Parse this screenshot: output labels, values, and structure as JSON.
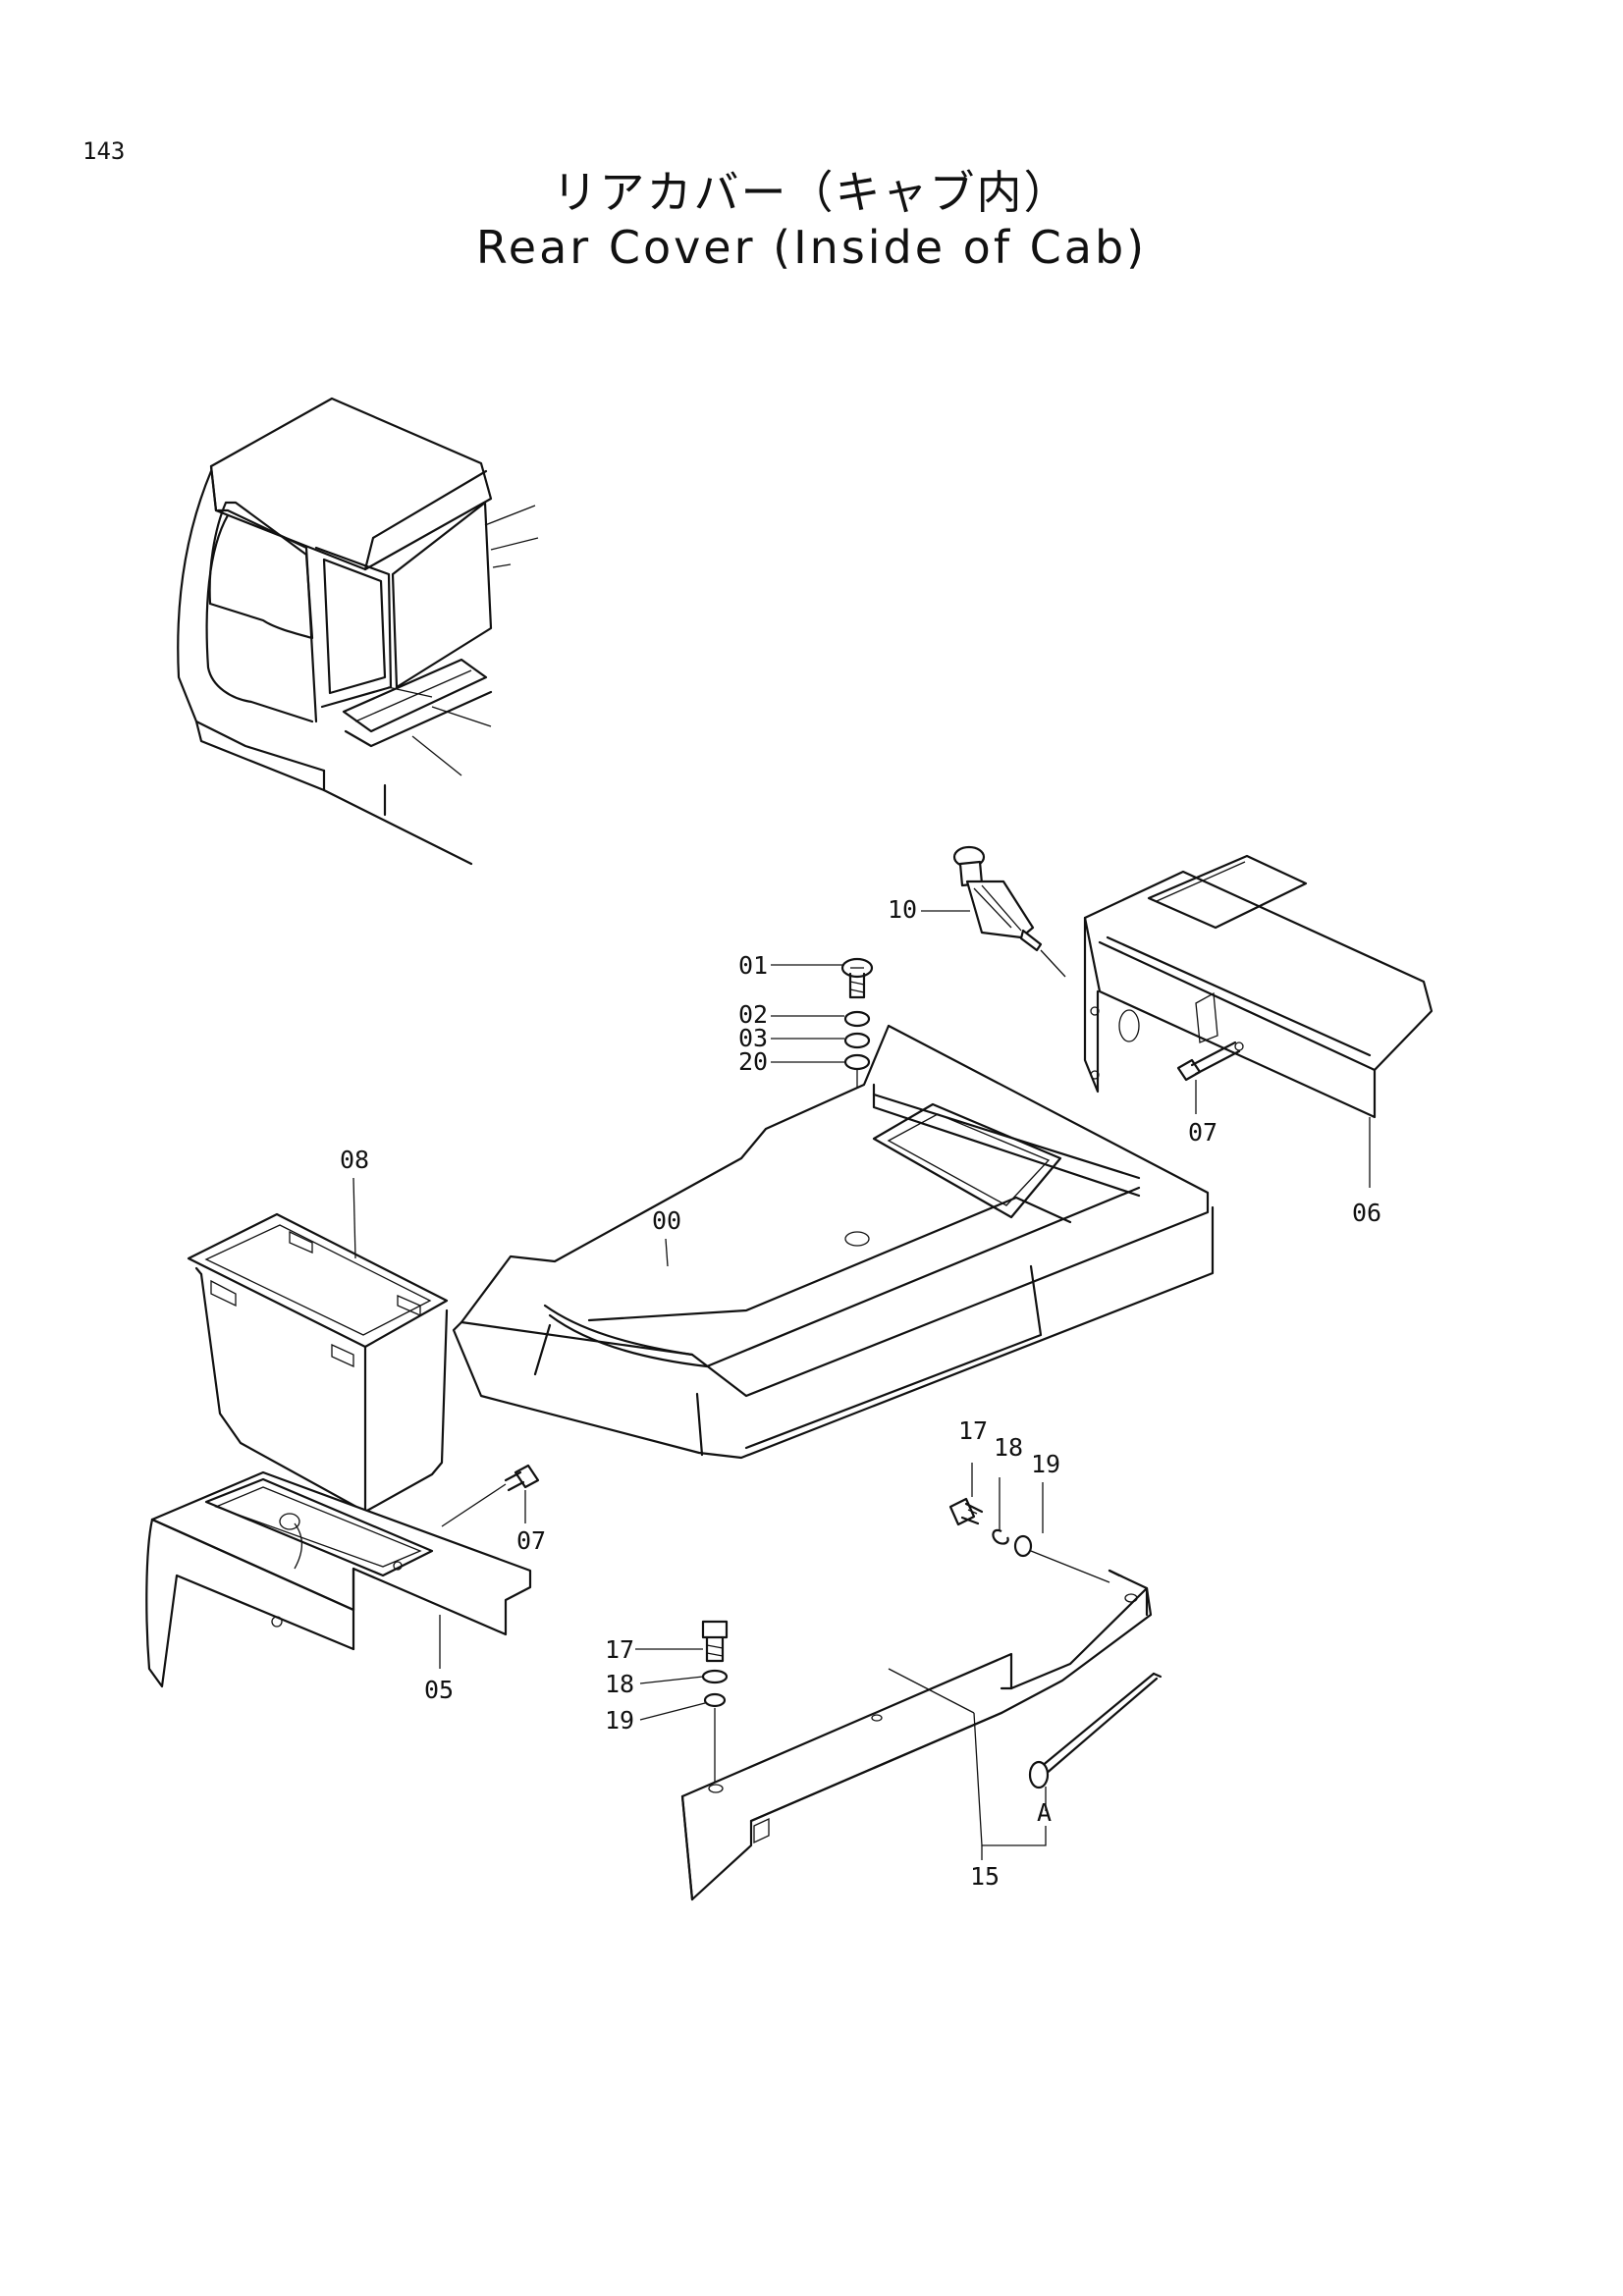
{
  "page": {
    "number": "143",
    "title_jp": "リアカバー（キャブ内）",
    "title_en": "Rear Cover (Inside of Cab)"
  },
  "callouts": [
    {
      "id": "c10",
      "label": "10"
    },
    {
      "id": "c01",
      "label": "01"
    },
    {
      "id": "c02",
      "label": "02"
    },
    {
      "id": "c03",
      "label": "03"
    },
    {
      "id": "c20",
      "label": "20"
    },
    {
      "id": "c07a",
      "label": "07"
    },
    {
      "id": "c06",
      "label": "06"
    },
    {
      "id": "c08",
      "label": "08"
    },
    {
      "id": "c00",
      "label": "00"
    },
    {
      "id": "c07b",
      "label": "07"
    },
    {
      "id": "c05",
      "label": "05"
    },
    {
      "id": "c17a",
      "label": "17"
    },
    {
      "id": "c18a",
      "label": "18"
    },
    {
      "id": "c19a",
      "label": "19"
    },
    {
      "id": "c17b",
      "label": "17"
    },
    {
      "id": "c18b",
      "label": "18"
    },
    {
      "id": "c19b",
      "label": "19"
    },
    {
      "id": "cA",
      "label": "A"
    },
    {
      "id": "c15",
      "label": "15"
    }
  ]
}
